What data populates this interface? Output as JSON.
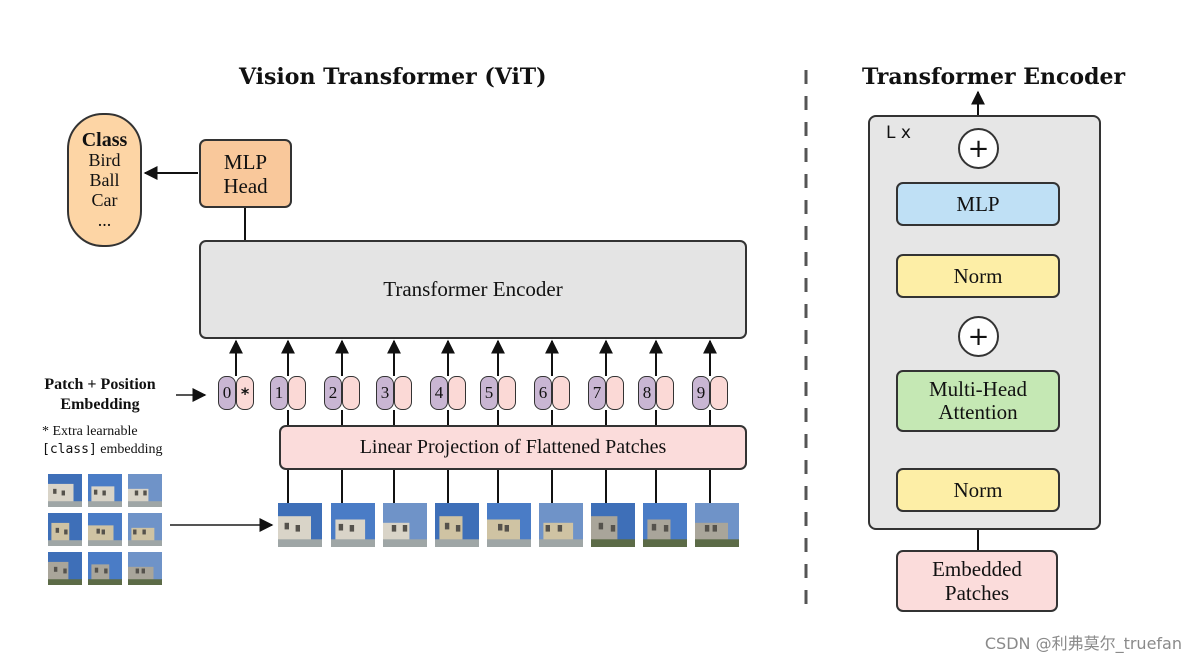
{
  "vit": {
    "title": "Vision Transformer (ViT)",
    "class_box": {
      "heading": "Class",
      "items": [
        "Bird",
        "Ball",
        "Car",
        "..."
      ]
    },
    "mlp_head": {
      "line1": "MLP",
      "line2": "Head"
    },
    "encoder_label": "Transformer Encoder",
    "embedding_label": {
      "line1": "Patch + Position",
      "line2": "Embedding"
    },
    "note": {
      "line1": "* Extra learnable",
      "class_token": "[class]",
      "line2_suffix": " embedding"
    },
    "linear_projection": "Linear Projection of Flattened Patches",
    "tokens": [
      "0",
      "1",
      "2",
      "3",
      "4",
      "5",
      "6",
      "7",
      "8",
      "9"
    ],
    "class_marker": "*"
  },
  "encoder": {
    "title": "Transformer Encoder",
    "repeat": "L x",
    "mlp": "MLP",
    "norm_top": "Norm",
    "mha": {
      "line1": "Multi-Head",
      "line2": "Attention"
    },
    "norm_bottom": "Norm",
    "embedded": {
      "line1": "Embedded",
      "line2": "Patches"
    },
    "plus": "+"
  },
  "colors": {
    "class_box": "#fdd5a5",
    "mlp_head": "#f9c89b",
    "encoder_box": "#e4e4e4",
    "position_token": "#c9b6d3",
    "patch_token": "#fbd9d6",
    "linear_projection": "#fbdcdb",
    "mlp_block": "#bfe0f5",
    "norm_block": "#fdeea6",
    "mha_block": "#c5e8b4",
    "embedded_block": "#fbdcdb",
    "encoder_panel": "#e6e6e6"
  },
  "watermark": "CSDN @利弗莫尔_truefan"
}
